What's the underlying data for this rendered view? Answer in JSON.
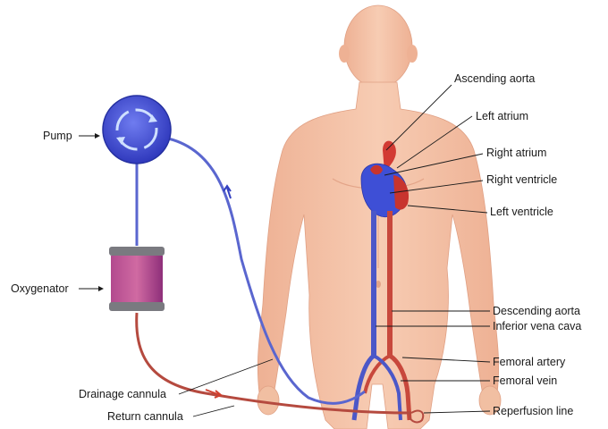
{
  "labels": {
    "pump": "Pump",
    "oxygenator": "Oxygenator",
    "ascending_aorta": "Ascending aorta",
    "left_atrium": "Left atrium",
    "right_atrium": "Right atrium",
    "right_ventricle": "Right ventricle",
    "left_ventricle": "Left ventricle",
    "descending_aorta": "Descending aorta",
    "inferior_vena_cava": "Inferior vena cava",
    "femoral_artery": "Femoral artery",
    "femoral_vein": "Femoral vein",
    "reperfusion_line": "Reperfusion line",
    "drainage_cannula": "Drainage cannula",
    "return_cannula": "Return cannula"
  },
  "colors": {
    "skin": "#f4c3a8",
    "skin_shadow": "#e6a98c",
    "venous_blue": "#4b57c8",
    "arterial_red": "#c8483c",
    "pump_blue": "#3d49d6",
    "oxygenator_purple": "#9a3d8f"
  },
  "icons": {
    "pump": "circular-arrows-pump-icon",
    "oxygenator": "cylinder-oxygenator-icon",
    "heart": "heart-icon"
  }
}
